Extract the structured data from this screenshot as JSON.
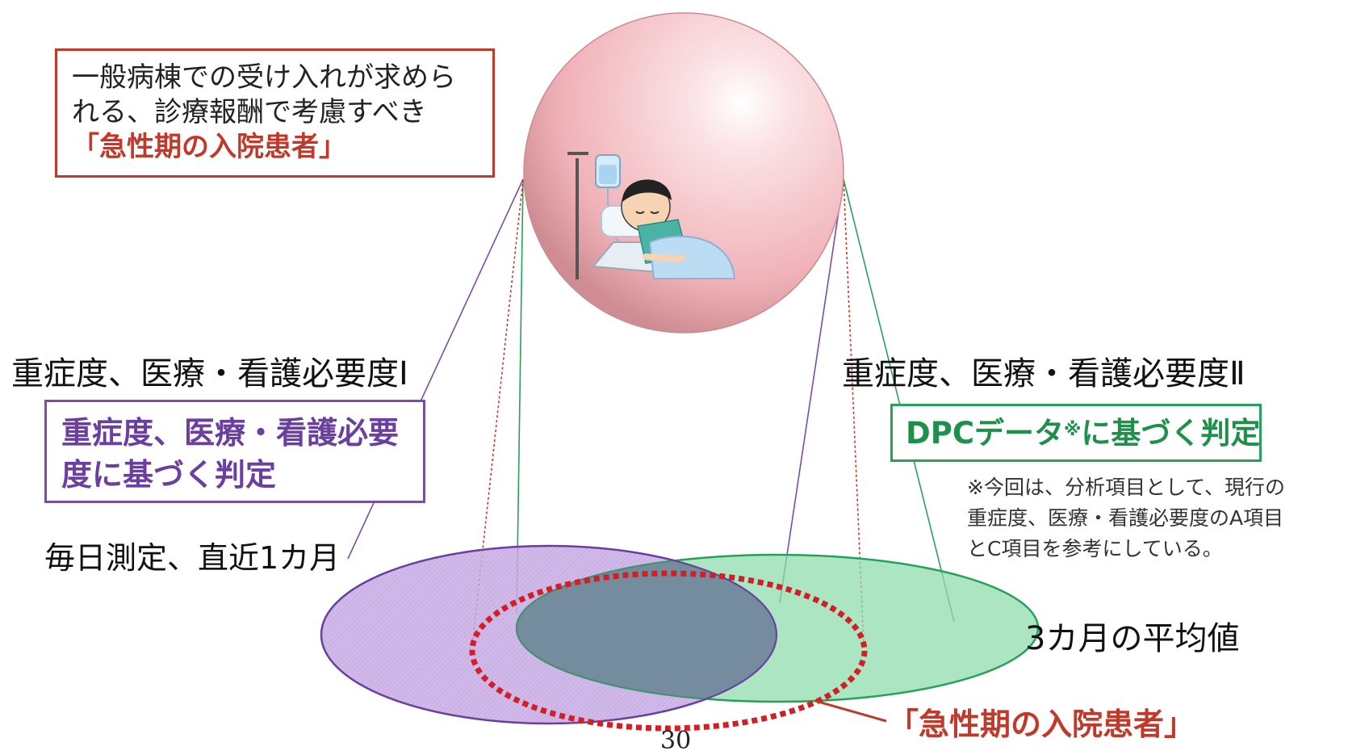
{
  "top_box": {
    "line1": "一般病棟での受け入れが求めら",
    "line2": "れる、診療報酬で考慮すべき",
    "highlight": "「急性期の入院患者」"
  },
  "left": {
    "heading": "重症度、医療・看護必要度Ⅰ",
    "box_line1": "重症度、医療・看護必要",
    "box_line2": "度に基づく判定",
    "note": "毎日測定、直近1カ月"
  },
  "right": {
    "heading": "重症度、医療・看護必要度Ⅱ",
    "box_main": "DPCデータ",
    "box_mark": "※",
    "box_tail": "に基づく判定",
    "footnote_line1": "※今回は、分析項目として、現行の",
    "footnote_line2": "重症度、医療・看護必要度のA項目",
    "footnote_line3": "とC項目を参考にしている。",
    "note": "3カ月の平均値"
  },
  "bottom_label": "「急性期の入院患者」",
  "page_number": "30",
  "illustration": {
    "name": "hospital-patient-in-bed"
  },
  "colors": {
    "red": "#c0392b",
    "purple": "#7b4ea0",
    "green": "#27a05a",
    "sphere": "#f2b9bf",
    "purple_fill": "#b89ad6",
    "green_fill": "#8fdcad",
    "overlap_fill": "#7f8fa6"
  }
}
